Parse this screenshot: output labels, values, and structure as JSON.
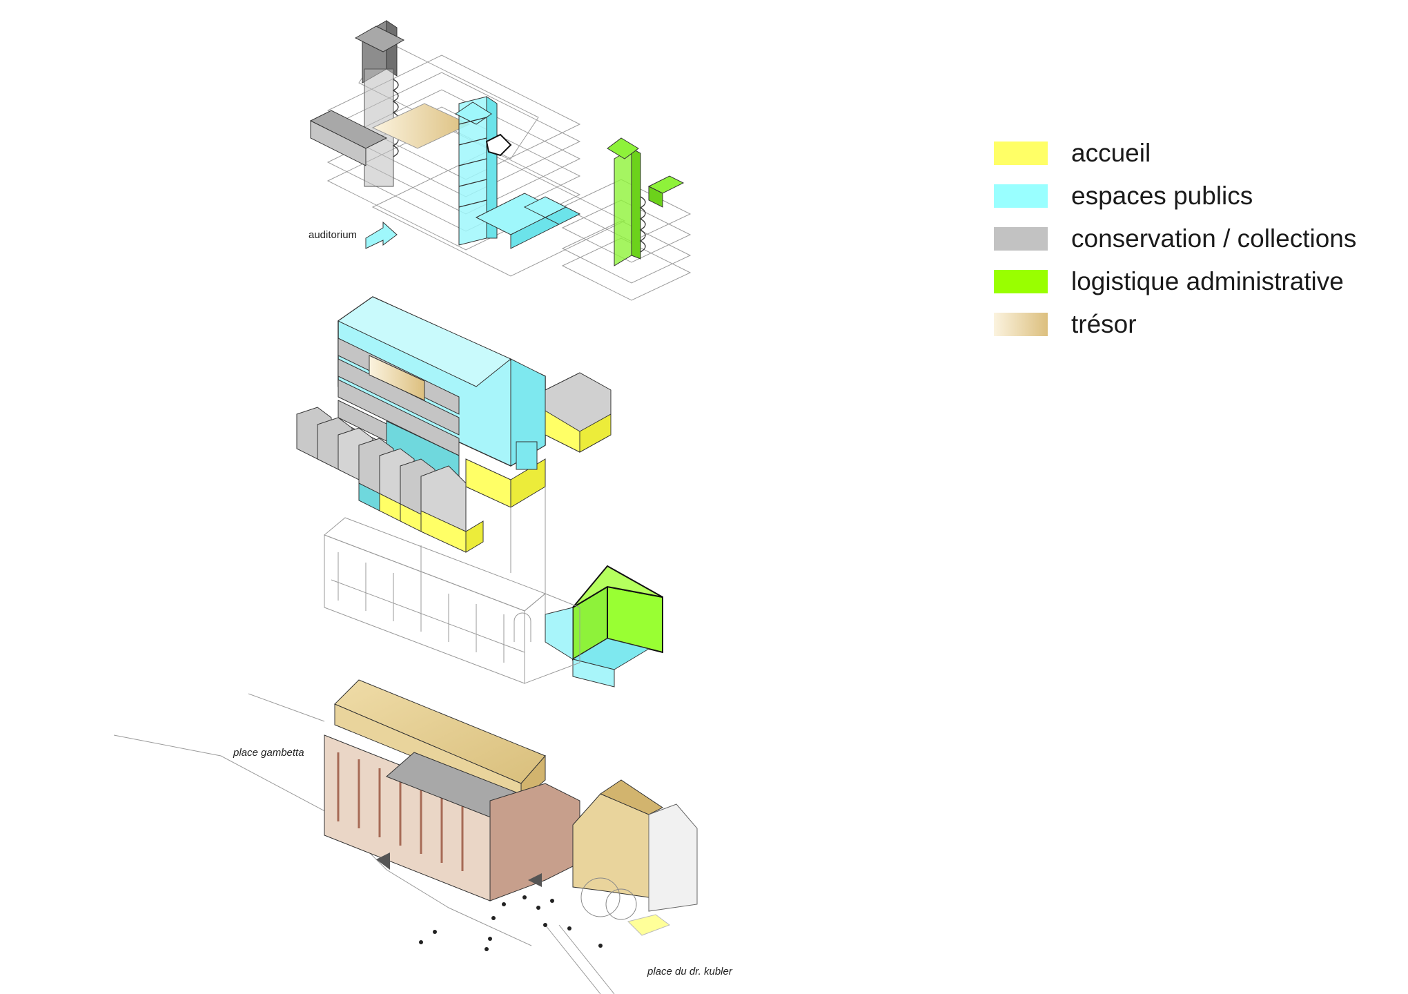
{
  "legend": [
    {
      "label": "accueil",
      "color": "#ffff66"
    },
    {
      "label": "espaces publics",
      "color": "#99ffff"
    },
    {
      "label": "conservation / collections",
      "color": "#c2c2c2"
    },
    {
      "label": "logistique administrative",
      "color": "#99ff00"
    },
    {
      "label": "trésor",
      "color": "#e3c98a"
    }
  ],
  "annotations": {
    "auditorium": "auditorium",
    "place_gambetta": "place gambetta",
    "place_kubler": "place du dr. kubler"
  }
}
